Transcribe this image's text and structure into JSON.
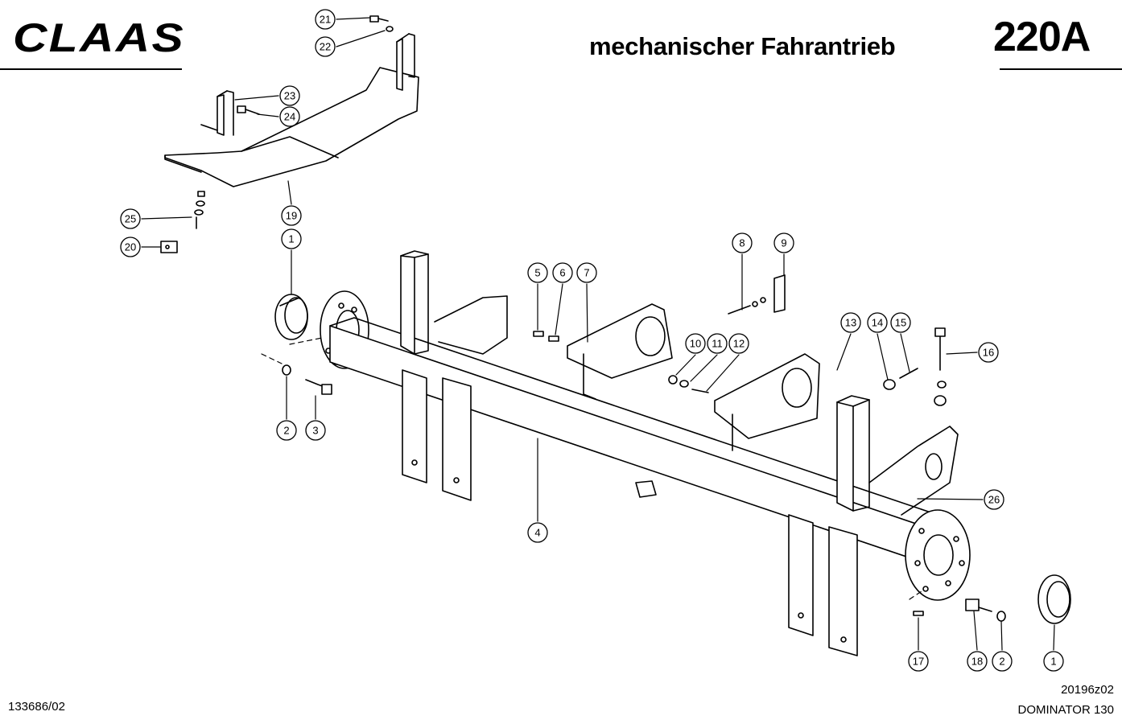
{
  "header": {
    "brand": "CLAAS",
    "title": "mechanischer Fahrantrieb",
    "page_number": "220A"
  },
  "footer": {
    "doc_number": "133686/02",
    "drawing_id": "20196z02",
    "model": "DOMINATOR 130"
  },
  "callouts": [
    {
      "id": "c21",
      "label": "21"
    },
    {
      "id": "c22",
      "label": "22"
    },
    {
      "id": "c23",
      "label": "23"
    },
    {
      "id": "c24",
      "label": "24"
    },
    {
      "id": "c19",
      "label": "19"
    },
    {
      "id": "c25",
      "label": "25"
    },
    {
      "id": "c20",
      "label": "20"
    },
    {
      "id": "c1a",
      "label": "1"
    },
    {
      "id": "c2a",
      "label": "2"
    },
    {
      "id": "c3",
      "label": "3"
    },
    {
      "id": "c4",
      "label": "4"
    },
    {
      "id": "c5",
      "label": "5"
    },
    {
      "id": "c6",
      "label": "6"
    },
    {
      "id": "c7",
      "label": "7"
    },
    {
      "id": "c8",
      "label": "8"
    },
    {
      "id": "c9",
      "label": "9"
    },
    {
      "id": "c10",
      "label": "10"
    },
    {
      "id": "c11",
      "label": "11"
    },
    {
      "id": "c12",
      "label": "12"
    },
    {
      "id": "c13",
      "label": "13"
    },
    {
      "id": "c14",
      "label": "14"
    },
    {
      "id": "c15",
      "label": "15"
    },
    {
      "id": "c16",
      "label": "16"
    },
    {
      "id": "c26",
      "label": "26"
    },
    {
      "id": "c17",
      "label": "17"
    },
    {
      "id": "c18",
      "label": "18"
    },
    {
      "id": "c2b",
      "label": "2"
    },
    {
      "id": "c1b",
      "label": "1"
    }
  ]
}
